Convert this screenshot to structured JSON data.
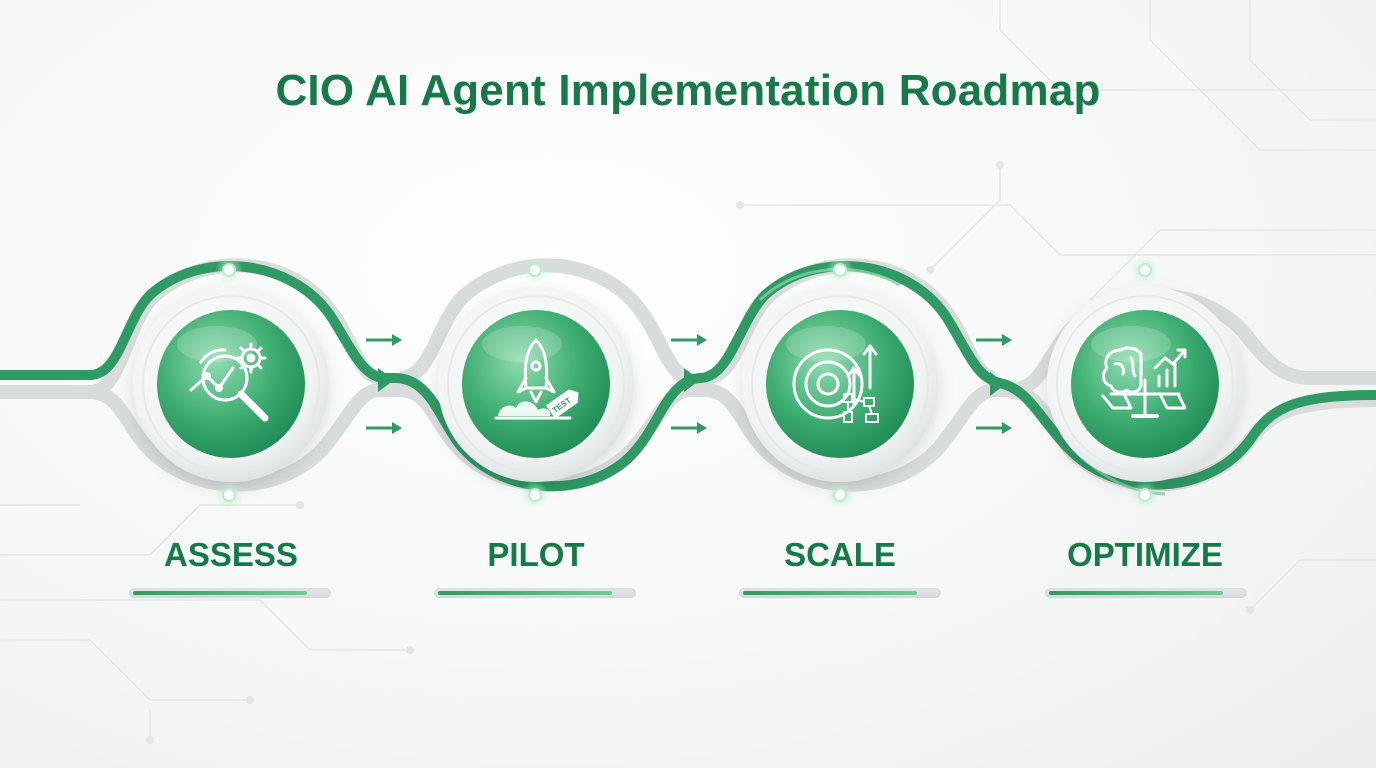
{
  "title": "CIO AI Agent Implementation Roadmap",
  "colors": {
    "primary_green": "#157a47",
    "accent_green": "#2f9a63",
    "light_green": "#6fc593",
    "gray_track": "#d5d8d8"
  },
  "stages": [
    {
      "label": "ASSESS",
      "icon": "magnifier-gear-analytics-icon",
      "progress": 0.9
    },
    {
      "label": "PILOT",
      "icon": "rocket-launch-test-tag-icon",
      "progress": 0.9
    },
    {
      "label": "SCALE",
      "icon": "target-growth-network-icon",
      "progress": 0.9
    },
    {
      "label": "OPTIMIZE",
      "icon": "brain-balance-chart-icon",
      "progress": 0.9
    }
  ],
  "icon_text": {
    "test_tag": "TEST"
  }
}
